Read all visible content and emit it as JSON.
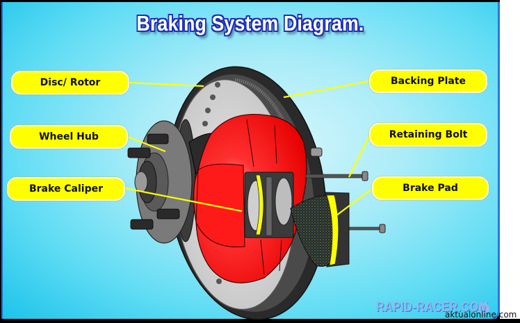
{
  "title": "Braking System Diagram.",
  "labels": {
    "disc_rotor": "Disc/ Rotor",
    "wheel_hub": "Wheel Hub",
    "brake_caliper": "Brake Caliper",
    "backing_plate": "Backing Plate",
    "retaining_bolt": "Retaining Bolt",
    "brake_pad": "Brake Pad"
  },
  "watermark": "RAPID-RACER.COM",
  "copyright_symbol": "©",
  "credit": "aktualonline.com",
  "colors": {
    "label_fill": "#ffff00",
    "caliper_red": "#ff0000",
    "title_outline": "#1d2fb8",
    "leader_line": "#ffff00"
  }
}
